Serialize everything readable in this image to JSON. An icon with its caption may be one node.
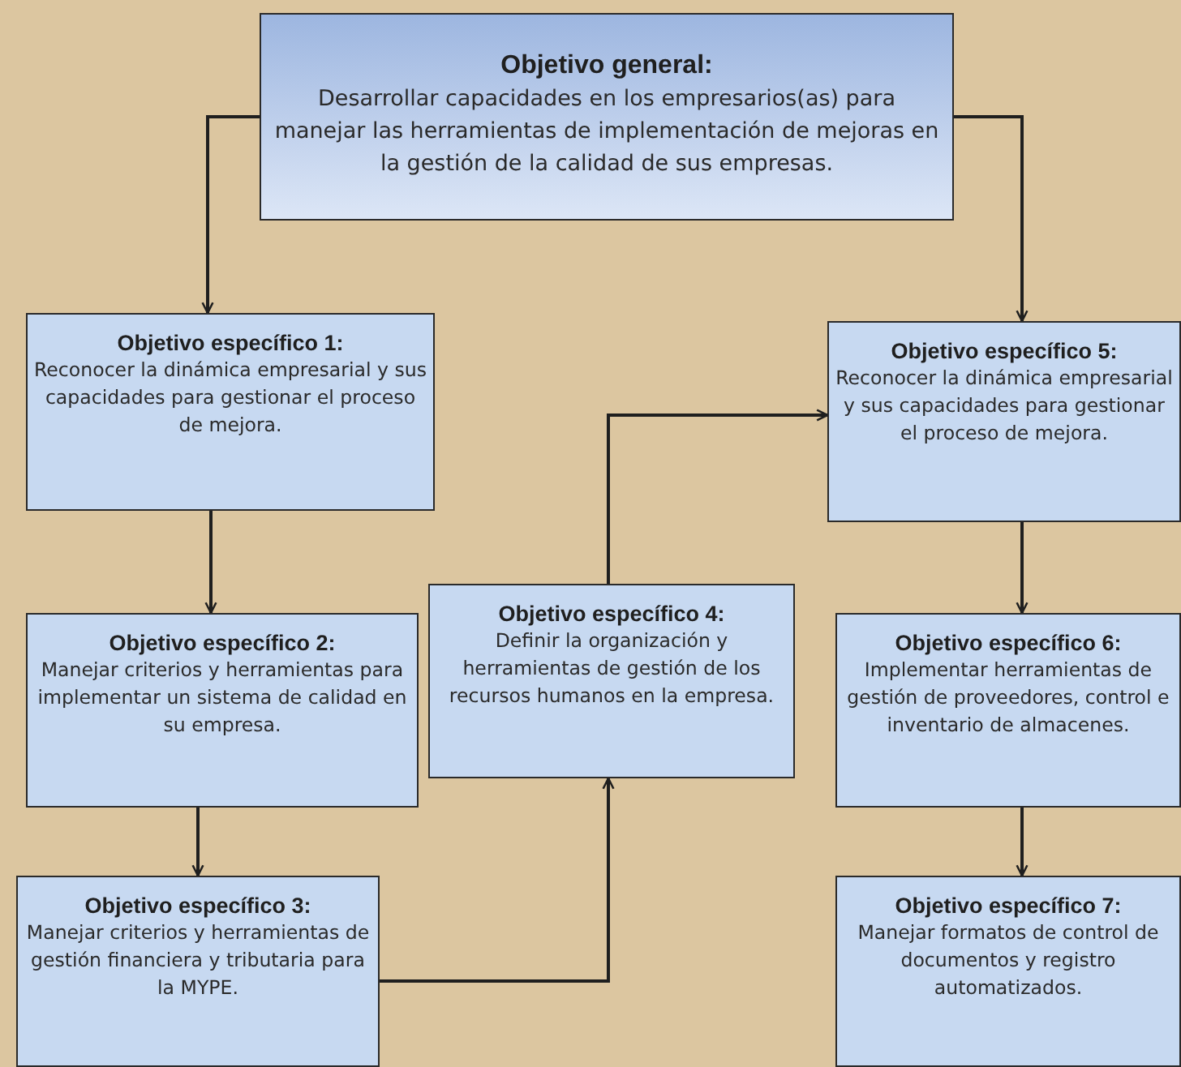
{
  "diagram": {
    "nodes": [
      {
        "text": [
          "Objetivo general:",
          "Desarrollar capacidades en los empresarios(as) para manejar las herramientas de implementación de mejoras en la gestión de la calidad de sus empresas."
        ]
      },
      {
        "text": [
          "Objetivo específico 1:",
          "Reconocer la dinámica empresarial y sus capacidades para gestionar el proceso de mejora."
        ]
      },
      {
        "text": [
          "Objetivo específico 2:",
          "Manejar criterios y herramientas para implementar un sistema de calidad en su empresa."
        ]
      },
      {
        "text": [
          "Objetivo específico 3:",
          "Manejar criterios y herramientas de gestión financiera y tributaria para la MYPE."
        ]
      },
      {
        "text": [
          "Objetivo específico 4:",
          "Definir la organización y herramientas de gestión de los recursos humanos en la empresa."
        ]
      },
      {
        "text": [
          "Objetivo específico 5:",
          "Reconocer la dinámica empresarial y sus capacidades para gestionar el proceso de mejora."
        ]
      },
      {
        "text": [
          "Objetivo específico 6:",
          "Implementar herramientas de gestión de proveedores, control e inventario de almacenes."
        ]
      },
      {
        "text": [
          "Objetivo específico 7:",
          "Manejar formatos de control de documentos y registro automatizados."
        ]
      }
    ],
    "edges": [
      {
        "from": 0,
        "to": 1,
        "arrow": "to"
      },
      {
        "from": 0,
        "to": 5,
        "arrow": "to"
      },
      {
        "from": 1,
        "to": 2,
        "arrow": "to"
      },
      {
        "from": 2,
        "to": 3,
        "arrow": "to"
      },
      {
        "from": 3,
        "to": 4,
        "arrow": "to"
      },
      {
        "from": 4,
        "to": 5,
        "arrow": "to"
      },
      {
        "from": 5,
        "to": 6,
        "arrow": "to"
      },
      {
        "from": 6,
        "to": 7,
        "arrow": "to"
      }
    ]
  }
}
